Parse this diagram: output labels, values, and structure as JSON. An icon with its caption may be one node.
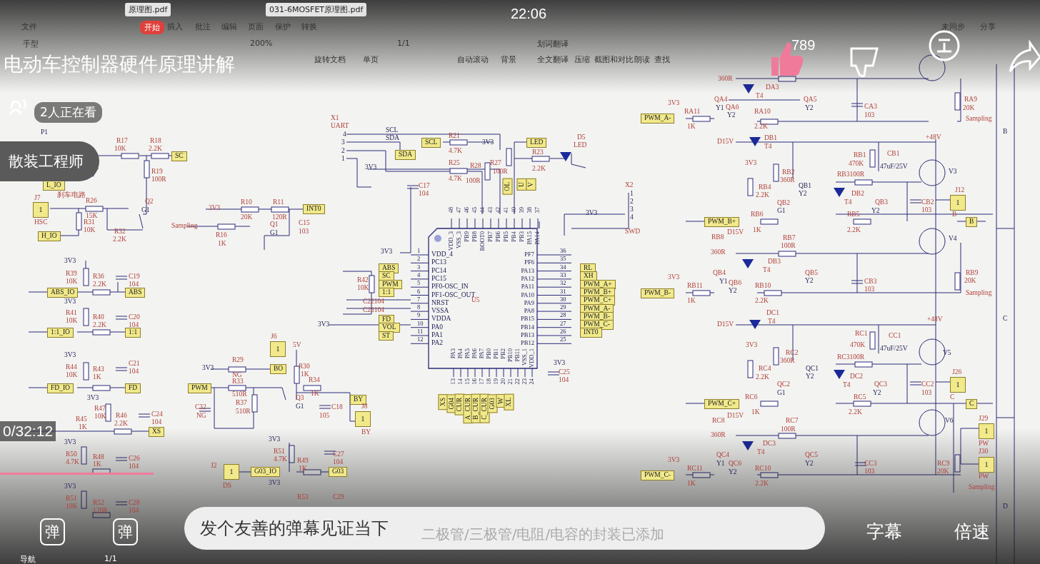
{
  "diagram": {
    "title": "电动车控制器硬件原理讲解",
    "labels": [
      "原理图.pdf",
      "031-6MOSFET原理图.pdf",
      "22:06",
      "文件",
      "开始",
      "插入",
      "批注",
      "编辑",
      "页面",
      "保护",
      "转换",
      "未同步",
      "分享",
      "手型",
      "200%",
      "1/1",
      "划词翻译",
      "789",
      "旋转文档",
      "单页",
      "自动滚动",
      "背景",
      "全文翻译",
      "压缩",
      "截图和对比",
      "朗读",
      "查找",
      "2人正在看",
      "散装工程师",
      "P1",
      "R17",
      "10K",
      "R18",
      "2.2K",
      "SC",
      "L_IO",
      "R19",
      "100R",
      "刹车电路",
      "J7",
      "1",
      "HSC",
      "R26",
      "15K",
      "Q2",
      "G1",
      "R31",
      "10K",
      "R32",
      "2.2K",
      "H_IO",
      "3V3",
      "R10",
      "20K",
      "R11",
      "120R",
      "INT0",
      "Sampling",
      "R16",
      "1K",
      "Q1",
      "G1",
      "C15",
      "103",
      "3V3",
      "R39",
      "10K",
      "R36",
      "2.2K",
      "C19",
      "104",
      "ABS_IO",
      "ABS",
      "3V3",
      "R41",
      "10K",
      "R40",
      "2.2K",
      "C20",
      "104",
      "1:1_IO",
      "1:1",
      "3V3",
      "R44",
      "10K",
      "R43",
      "1K",
      "C21",
      "104",
      "FD_IO",
      "FD",
      "3V3",
      "R47",
      "10K",
      "R45",
      "1K",
      "R46",
      "2.2K",
      "C24",
      "104",
      "XS",
      "3V3",
      "R50",
      "4.7K",
      "R48",
      "1K",
      "C26",
      "104",
      "3V3",
      "R51",
      "10K",
      "R52",
      "120R",
      "C28",
      "104",
      "0/32:12",
      "X1",
      "UART",
      "4",
      "3",
      "2",
      "1",
      "SCL",
      "SDA",
      "SCL",
      "SDA",
      "3V3",
      "R21",
      "4.7K",
      "3V3",
      "R25",
      "4.7K",
      "R28",
      "100R",
      "R27",
      "100R",
      "LED",
      "D5",
      "LED",
      "R23",
      "2.2K",
      "C17",
      "104",
      "OL",
      "U",
      "V",
      "48",
      "47",
      "46",
      "45",
      "44",
      "43",
      "42",
      "41",
      "40",
      "39",
      "38",
      "37",
      "VDD_3",
      "VSS_3",
      "PB9",
      "PB8",
      "BOOT0",
      "PB7",
      "PB6",
      "PB5",
      "PB4",
      "PB3",
      "PA15",
      "PA14",
      "1",
      "2",
      "3",
      "4",
      "5",
      "6",
      "7",
      "8",
      "9",
      "10",
      "11",
      "12",
      "VDD_4",
      "PC13",
      "PC14",
      "PC15",
      "PF0-OSC_IN",
      "PF1-OSC_OUT",
      "NRST",
      "VSSA",
      "VDDA",
      "PA0",
      "PA1",
      "PA2",
      "U5",
      "PF7",
      "PF6",
      "PA13",
      "PA12",
      "PA11",
      "PA10",
      "PA9",
      "PA8",
      "PB15",
      "PB14",
      "PB13",
      "PB12",
      "36",
      "35",
      "34",
      "33",
      "32",
      "31",
      "30",
      "29",
      "28",
      "27",
      "26",
      "25",
      "13",
      "14",
      "15",
      "16",
      "17",
      "18",
      "19",
      "20",
      "21",
      "22",
      "23",
      "24",
      "PA3",
      "PA4",
      "PA5",
      "PA6",
      "PA7",
      "PB0",
      "PB1",
      "PB2",
      "PB10",
      "PB11",
      "VSS_1",
      "VDD_1",
      "ABS",
      "SC",
      "PWM",
      "1:1",
      "FD",
      "VOL",
      "ST",
      "3V3",
      "R42",
      "10K",
      "C22104",
      "C23104",
      "3V3",
      "RL",
      "XH",
      "PWM_A+",
      "PWM_B+",
      "PWM_C+",
      "PWM_A-",
      "PWM_B-",
      "PWM_C-",
      "INT0",
      "X2",
      "1",
      "2",
      "3",
      "4",
      "3V3",
      "SWD",
      "3V3",
      "C25",
      "104",
      "XS",
      "G04",
      "CUR",
      "A_CUR",
      "B_CUR",
      "C_CUR",
      "G03",
      "W",
      "XL",
      "J6",
      "1",
      "5V",
      "3V3",
      "R29",
      "NG",
      "BO",
      "R30",
      "1K",
      "R33",
      "510R",
      "PWM",
      "R34",
      "1K",
      "R37",
      "510R",
      "C32",
      "NG",
      "Q3",
      "G1",
      "C18",
      "105",
      "BY",
      "J8",
      "1",
      "BY",
      "3V3",
      "R51",
      "4.7K",
      "R49",
      "1K",
      "C27",
      "104",
      "J2",
      "1",
      "DS",
      "G03_IO",
      "G03",
      "3V3",
      "R53",
      "C29",
      "360R",
      "DA3",
      "T4",
      "3V3",
      "QA4",
      "Y1",
      "QA6",
      "Y2",
      "QA5",
      "Y2",
      "PWM_A-",
      "RA11",
      "1K",
      "RA10",
      "2.2K",
      "CA3",
      "103",
      "RA9",
      "20K",
      "Sampling",
      "B",
      "D15V",
      "DB1",
      "T4",
      "+48V",
      "RB1",
      "470K",
      "CB1",
      "47uF/25V",
      "3V3",
      "RB2",
      "360R",
      "V3",
      "RB3100R",
      "RB4",
      "2.2K",
      "QB1",
      "Y2",
      "QB2",
      "G1",
      "DB2",
      "T4",
      "QB3",
      "Y2",
      "CB2",
      "103",
      "J12",
      "1",
      "B",
      "B",
      "RB6",
      "1K",
      "RB5",
      "2.2K",
      "PWM_B+",
      "RB8",
      "D15V",
      "360R",
      "RB7",
      "100R",
      "V4",
      "DB3",
      "T4",
      "QB4",
      "Y1",
      "QB6",
      "Y2",
      "QB5",
      "Y2",
      "CB3",
      "103",
      "RB9",
      "20K",
      "3V3",
      "PWM_B-",
      "RB11",
      "1K",
      "RB10",
      "2.2K",
      "Sampling",
      "C",
      "D15V",
      "DC1",
      "T4",
      "+48V",
      "RC1",
      "470K",
      "CC1",
      "47uF/25V",
      "3V3",
      "RC2",
      "360R",
      "V5",
      "RC3100R",
      "RC4",
      "2.2K",
      "QC1",
      "Y2",
      "QC2",
      "G1",
      "DC2",
      "T4",
      "QC3",
      "Y2",
      "CC2",
      "103",
      "J26",
      "1",
      "C",
      "C",
      "RC6",
      "1K",
      "RC5",
      "2.2K",
      "PWM_C+",
      "RC8",
      "D15V",
      "360R",
      "RC7",
      "100R",
      "V6",
      "J29",
      "1",
      "PW",
      "J30",
      "1",
      "PW",
      "DC3",
      "T4",
      "QC4",
      "Y1",
      "QC6",
      "Y2",
      "QC5",
      "Y2",
      "CC3",
      "103",
      "RC9",
      "20K",
      "3V3",
      "PWM_C-",
      "RC11",
      "1K",
      "RC10",
      "2.2K",
      "Sampling",
      "D",
      "弹",
      "弹",
      "发个友善的弹幕见证当下",
      "二极管/三极管/电阻/电容的封装已添加",
      "字幕",
      "倍速",
      "导航",
      "1/1"
    ]
  }
}
